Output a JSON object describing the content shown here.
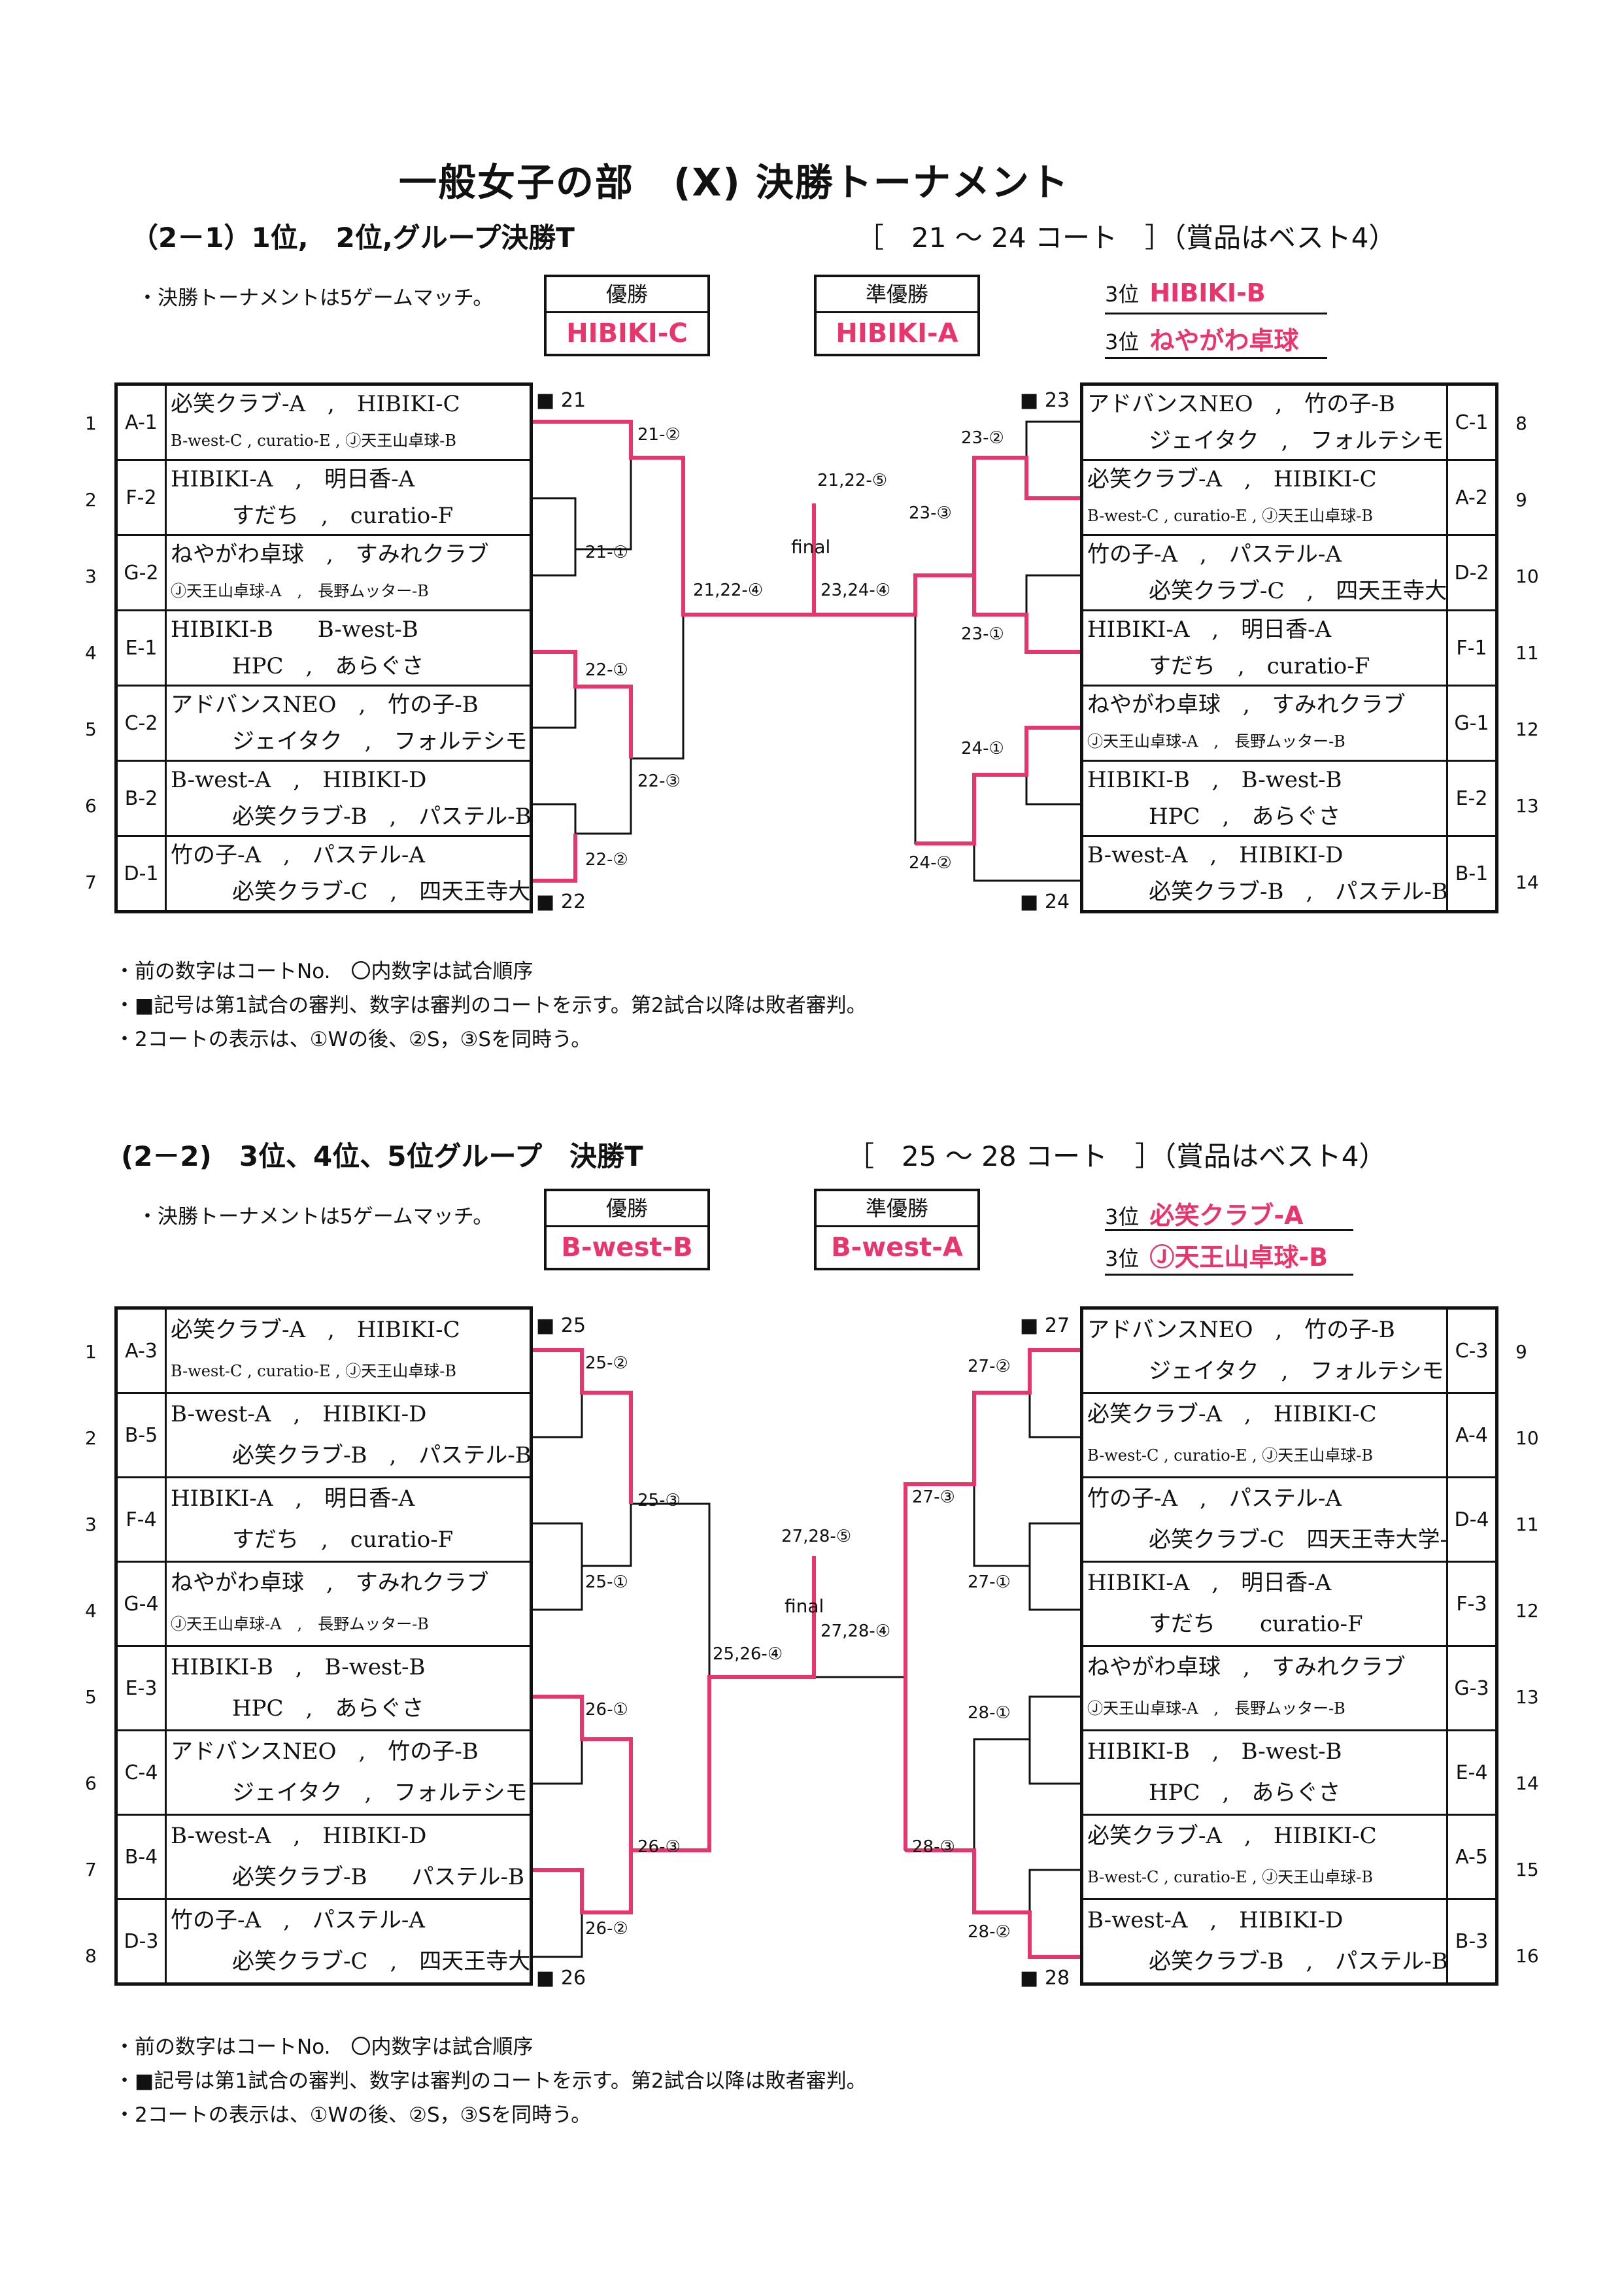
{
  "title": "一般女子の部　(X) 決勝トーナメント",
  "s1": {
    "heading": "（2－1）1位,　2位,グループ決勝T",
    "courts": "［　21 ～ 24 コート　］（賞品はベスト4）",
    "match_note": "・決勝トーナメントは5ゲームマッチ。",
    "champion_label": "優勝",
    "champion": "HIBIKI-C",
    "runner_label": "準優勝",
    "runner": "HIBIKI-A",
    "third_label": "3位",
    "third1": "HIBIKI-B",
    "third2": "ねやがわ卓球",
    "left_rows": [
      {
        "num": "1",
        "code": "A-1",
        "a": "必笑クラブ-A　,　HIBIKI-C",
        "b": "B-west-C , curatio-E , Ⓙ天王山卓球-B",
        "small": true
      },
      {
        "num": "2",
        "code": "F-2",
        "a": "HIBIKI-A　,　明日香-A",
        "b": "すだち　,　curatio-F",
        "small": false
      },
      {
        "num": "3",
        "code": "G-2",
        "a": "ねやがわ卓球　,　すみれクラブ",
        "b": "Ⓙ天王山卓球-A　,　長野ムッター-B",
        "small": true
      },
      {
        "num": "4",
        "code": "E-1",
        "a": "HIBIKI-B　　B-west-B",
        "b": "HPC　,　あらぐさ",
        "small": false
      },
      {
        "num": "5",
        "code": "C-2",
        "a": "アドバンスNEO　,　竹の子-B",
        "b": "ジェイタク　,　フォルテシモ",
        "small": false
      },
      {
        "num": "6",
        "code": "B-2",
        "a": "B-west-A　,　HIBIKI-D",
        "b": "必笑クラブ-B　,　パステル-B",
        "small": false
      },
      {
        "num": "7",
        "code": "D-1",
        "a": "竹の子-A　,　パステル-A",
        "b": "必笑クラブ-C　,　四天王寺大学-F",
        "small": false
      }
    ],
    "right_rows": [
      {
        "num": "8",
        "code": "C-1",
        "a": "アドバンスNEO　,　竹の子-B",
        "b": "ジェイタク　,　フォルテシモ",
        "small": false
      },
      {
        "num": "9",
        "code": "A-2",
        "a": "必笑クラブ-A　,　HIBIKI-C",
        "b": "B-west-C , curatio-E , Ⓙ天王山卓球-B",
        "small": true
      },
      {
        "num": "10",
        "code": "D-2",
        "a": "竹の子-A　,　パステル-A",
        "b": "必笑クラブ-C　,　四天王寺大学-F",
        "small": false
      },
      {
        "num": "11",
        "code": "F-1",
        "a": "HIBIKI-A　,　明日香-A",
        "b": "すだち　,　curatio-F",
        "small": false
      },
      {
        "num": "12",
        "code": "G-1",
        "a": "ねやがわ卓球　,　すみれクラブ",
        "b": "Ⓙ天王山卓球-A　,　長野ムッター-B",
        "small": true
      },
      {
        "num": "13",
        "code": "E-2",
        "a": "HIBIKI-B　,　B-west-B",
        "b": "HPC　,　あらぐさ",
        "small": false
      },
      {
        "num": "14",
        "code": "B-1",
        "a": "B-west-A　,　HIBIKI-D",
        "b": "必笑クラブ-B　,　パステル-B",
        "small": false
      }
    ],
    "match_labels": {
      "m21_2": "21-②",
      "m21_1": "21-①",
      "m22_1": "22-①",
      "m22_3": "22-③",
      "m22_2": "22-②",
      "m2122_4": "21,22-④",
      "m2122_5": "21,22-⑤",
      "m2324_4": "23,24-④",
      "m23_2": "23-②",
      "m23_3": "23-③",
      "m23_1": "23-①",
      "m24_1": "24-①",
      "m24_2": "24-②"
    },
    "ref_courts": {
      "c21": "■ 21",
      "c22": "■ 22",
      "c23": "■ 23",
      "c24": "■ 24"
    },
    "final": "final"
  },
  "notes": [
    "・前の数字はコートNo.　〇内数字は試合順序",
    "・■記号は第1試合の審判、数字は審判のコートを示す。第2試合以降は敗者審判。",
    "・2コートの表示は、①Wの後、②S，③Sを同時う。"
  ],
  "s2": {
    "heading": "(2－2)　3位、4位、5位グループ　決勝T",
    "courts": "［　25 ～ 28 コート　］（賞品はベスト4）",
    "match_note": "・決勝トーナメントは5ゲームマッチ。",
    "champion_label": "優勝",
    "champion": "B-west-B",
    "runner_label": "準優勝",
    "runner": "B-west-A",
    "third_label": "3位",
    "third1": "必笑クラブ-A",
    "third2": "Ⓙ天王山卓球-B",
    "left_rows": [
      {
        "num": "1",
        "code": "A-3",
        "a": "必笑クラブ-A　,　HIBIKI-C",
        "b": "B-west-C , curatio-E , Ⓙ天王山卓球-B",
        "small": true
      },
      {
        "num": "2",
        "code": "B-5",
        "a": "B-west-A　,　HIBIKI-D",
        "b": "必笑クラブ-B　,　パステル-B",
        "small": false
      },
      {
        "num": "3",
        "code": "F-4",
        "a": "HIBIKI-A　,　明日香-A",
        "b": "すだち　,　curatio-F",
        "small": false
      },
      {
        "num": "4",
        "code": "G-4",
        "a": "ねやがわ卓球　,　すみれクラブ",
        "b": "Ⓙ天王山卓球-A　,　長野ムッター-B",
        "small": true
      },
      {
        "num": "5",
        "code": "E-3",
        "a": "HIBIKI-B　,　B-west-B",
        "b": "HPC　,　あらぐさ",
        "small": false
      },
      {
        "num": "6",
        "code": "C-4",
        "a": "アドバンスNEO　,　竹の子-B",
        "b": "ジェイタク　,　フォルテシモ",
        "small": false
      },
      {
        "num": "7",
        "code": "B-4",
        "a": "B-west-A　,　HIBIKI-D",
        "b": "必笑クラブ-B　　パステル-B",
        "small": false
      },
      {
        "num": "8",
        "code": "D-3",
        "a": "竹の子-A　,　パステル-A",
        "b": "必笑クラブ-C　,　四天王寺大学-F",
        "small": false
      }
    ],
    "right_rows": [
      {
        "num": "9",
        "code": "C-3",
        "a": "アドバンスNEO　,　竹の子-B",
        "b": "ジェイタク　,　フォルテシモ",
        "small": false
      },
      {
        "num": "10",
        "code": "A-4",
        "a": "必笑クラブ-A　,　HIBIKI-C",
        "b": "B-west-C , curatio-E , Ⓙ天王山卓球-B",
        "small": true
      },
      {
        "num": "11",
        "code": "D-4",
        "a": "竹の子-A　,　パステル-A",
        "b": "必笑クラブ-C　四天王寺大学-F",
        "small": false
      },
      {
        "num": "12",
        "code": "F-3",
        "a": "HIBIKI-A　,　明日香-A",
        "b": "すだち　　curatio-F",
        "small": false
      },
      {
        "num": "13",
        "code": "G-3",
        "a": "ねやがわ卓球　,　すみれクラブ",
        "b": "Ⓙ天王山卓球-A　,　長野ムッター-B",
        "small": true
      },
      {
        "num": "14",
        "code": "E-4",
        "a": "HIBIKI-B　,　B-west-B",
        "b": "HPC　,　あらぐさ",
        "small": false
      },
      {
        "num": "15",
        "code": "A-5",
        "a": "必笑クラブ-A　,　HIBIKI-C",
        "b": "B-west-C , curatio-E , Ⓙ天王山卓球-B",
        "small": true
      },
      {
        "num": "16",
        "code": "B-3",
        "a": "B-west-A　,　HIBIKI-D",
        "b": "必笑クラブ-B　,　パステル-B",
        "small": false
      }
    ],
    "match_labels": {
      "m25_2": "25-②",
      "m25_3": "25-③",
      "m25_1": "25-①",
      "m26_1": "26-①",
      "m26_3": "26-③",
      "m26_2": "26-②",
      "m2526_4": "25,26-④",
      "m2728_5": "27,28-⑤",
      "m2728_4": "27,28-④",
      "m27_2": "27-②",
      "m27_3": "27-③",
      "m27_1": "27-①",
      "m28_1": "28-①",
      "m28_3": "28-③",
      "m28_2": "28-②"
    },
    "ref_courts": {
      "c25": "■ 25",
      "c26": "■ 26",
      "c27": "■ 27",
      "c28": "■ 28"
    },
    "final": "final"
  }
}
